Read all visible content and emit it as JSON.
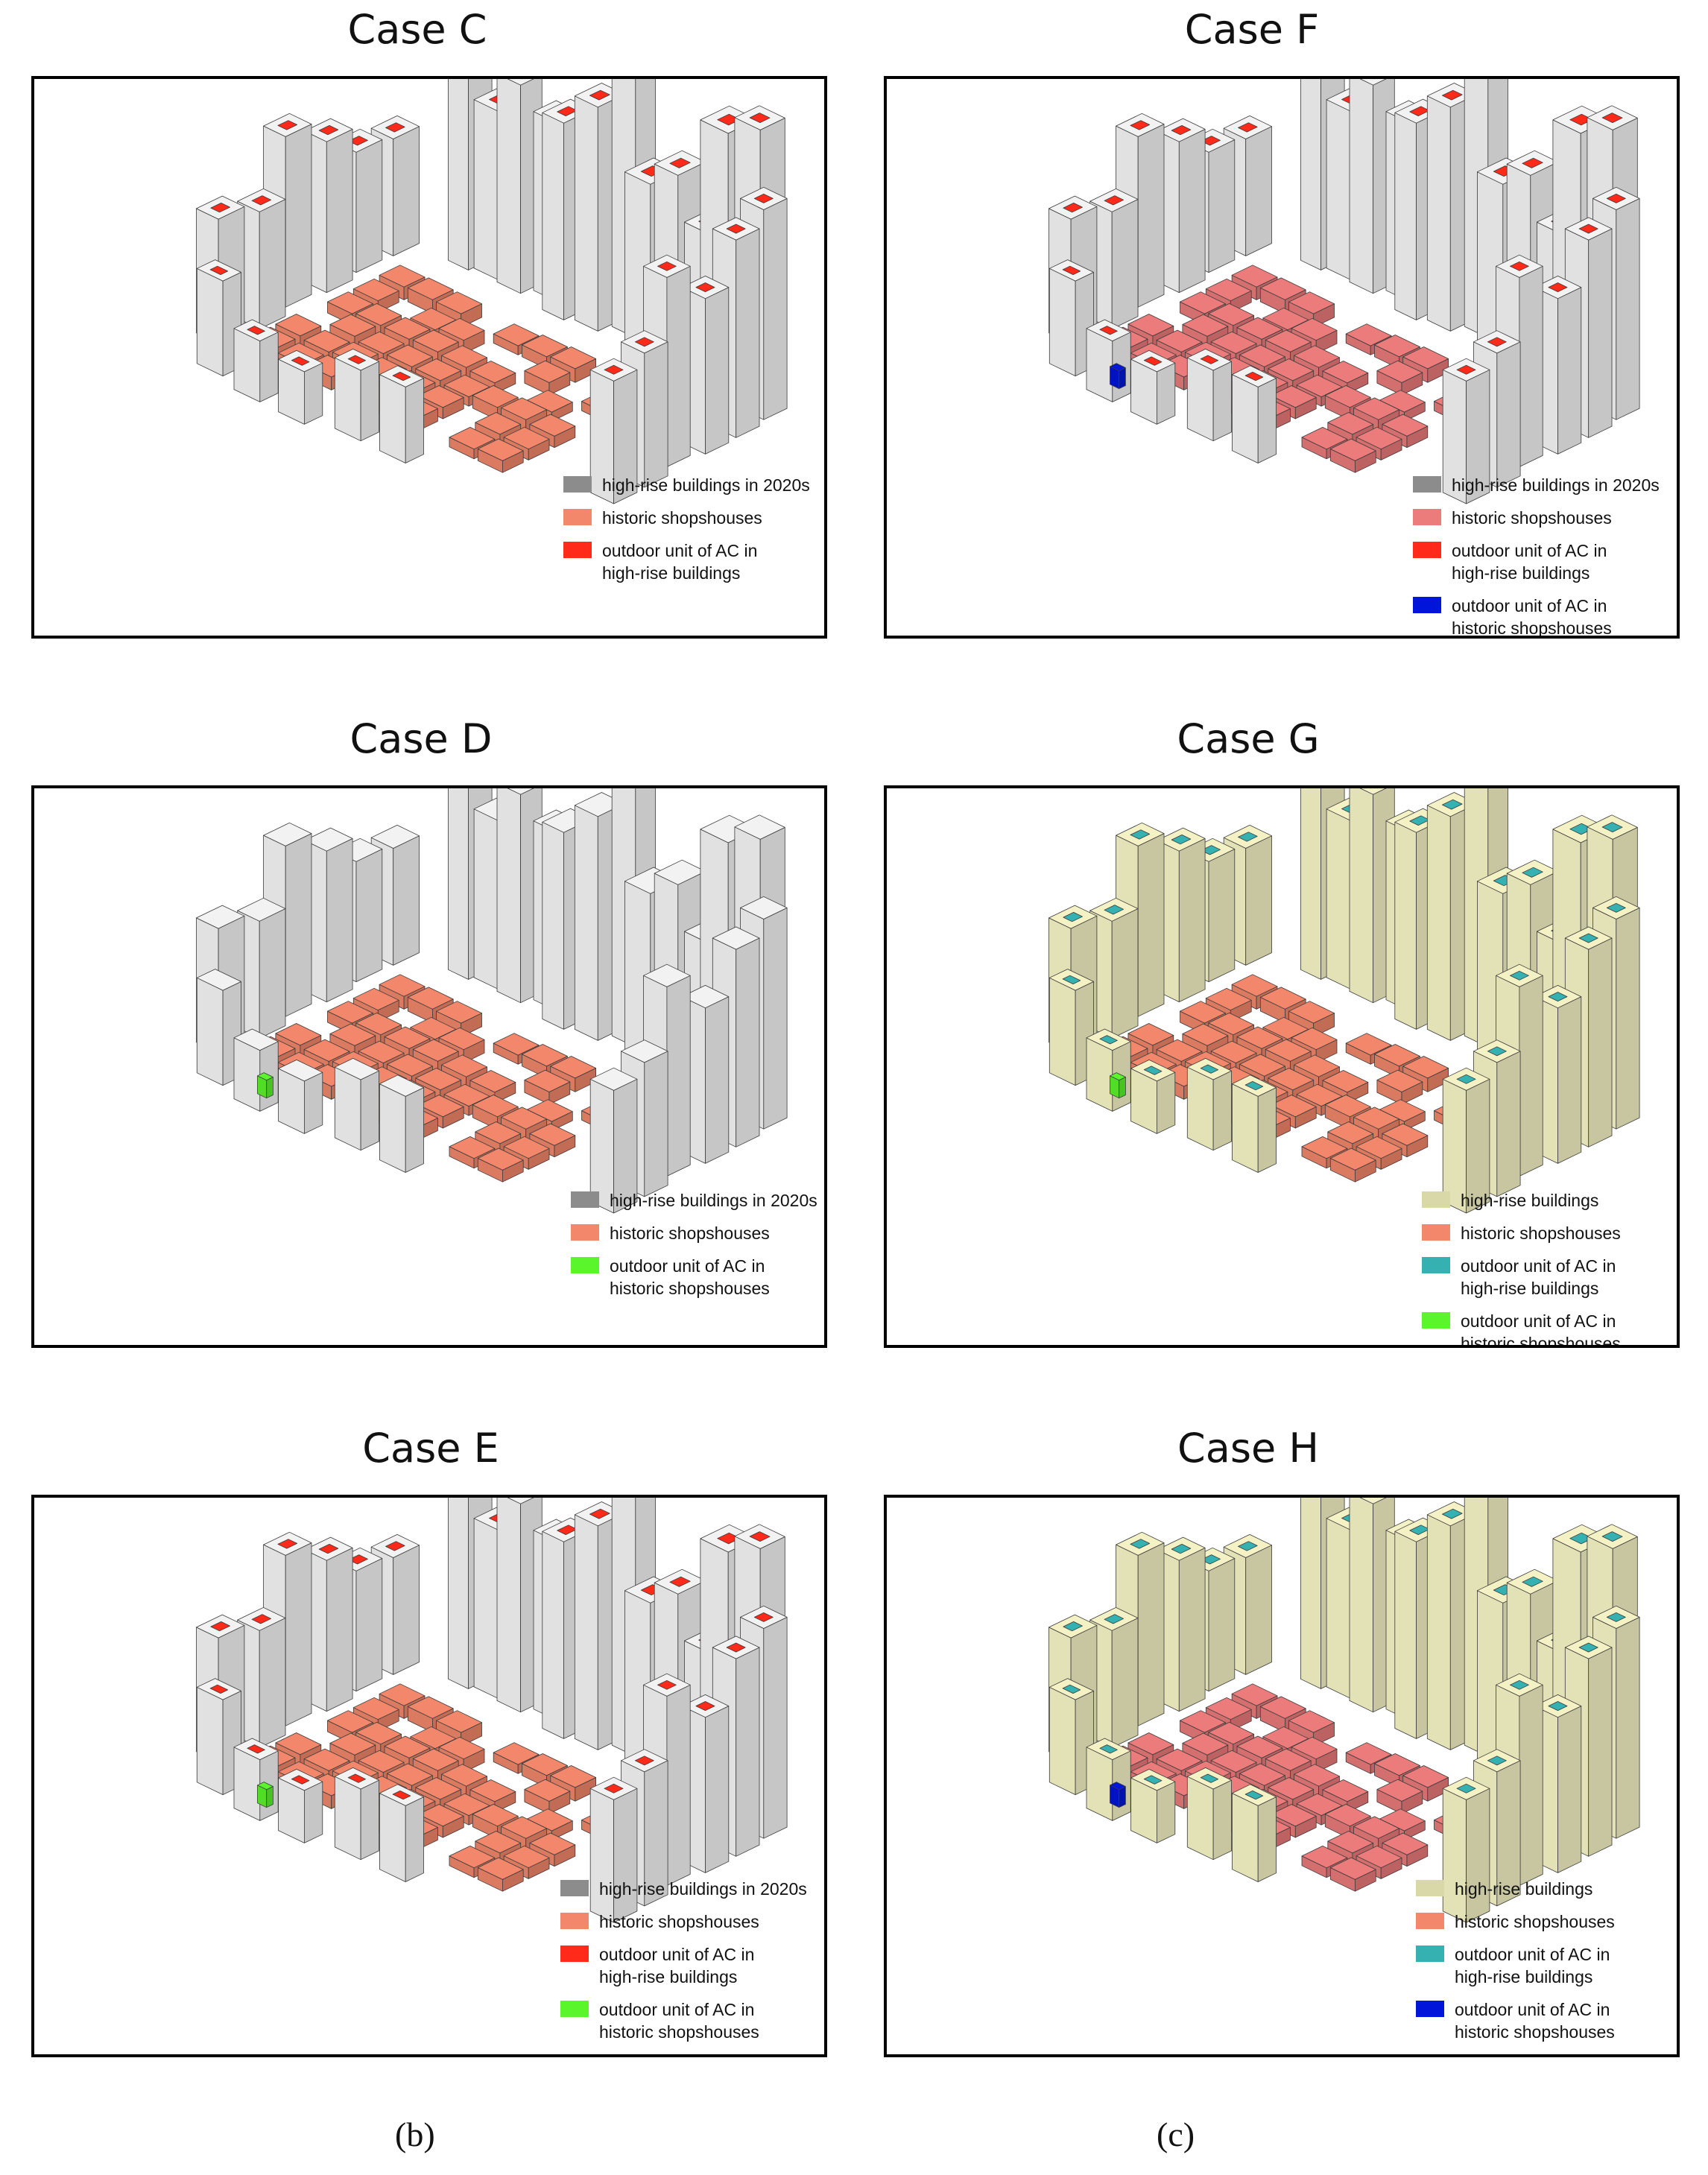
{
  "colors": {
    "highrise_2020s": "#8c8c8c",
    "highrise_yellow": "#d9d8a8",
    "shophouse_orange": "#f2876b",
    "shophouse_pink": "#ec7b7b",
    "ac_red": "#ff2a1a",
    "ac_blue": "#0015d9",
    "ac_green": "#5af52a",
    "ac_teal": "#35b1b1"
  },
  "panels": [
    {
      "id": "C",
      "title": "Case C",
      "theme": "grey",
      "ac_high": "#ff2a1a",
      "ac_shop": "",
      "legend": [
        {
          "color": "#8c8c8c",
          "lines": [
            "high-rise buildings in 2020s"
          ]
        },
        {
          "color": "#f2876b",
          "lines": [
            "historic shopshouses"
          ]
        },
        {
          "color": "#ff2a1a",
          "lines": [
            "outdoor unit of AC in",
            "high-rise buildings"
          ]
        }
      ]
    },
    {
      "id": "F",
      "title": "Case F",
      "theme": "grey-pink",
      "ac_high": "#ff2a1a",
      "ac_shop": "#0015d9",
      "legend": [
        {
          "color": "#8c8c8c",
          "lines": [
            "high-rise buildings in 2020s"
          ]
        },
        {
          "color": "#ec7b7b",
          "lines": [
            "historic shopshouses"
          ]
        },
        {
          "color": "#ff2a1a",
          "lines": [
            "outdoor unit of AC in",
            "high-rise buildings"
          ]
        },
        {
          "color": "#0015d9",
          "lines": [
            "outdoor unit of AC in",
            "historic shopshouses"
          ]
        }
      ]
    },
    {
      "id": "D",
      "title": "Case D",
      "theme": "grey",
      "ac_high": "",
      "ac_shop": "#5af52a",
      "legend": [
        {
          "color": "#8c8c8c",
          "lines": [
            "high-rise buildings in 2020s"
          ]
        },
        {
          "color": "#f2876b",
          "lines": [
            "historic shopshouses"
          ]
        },
        {
          "color": "#5af52a",
          "lines": [
            "outdoor unit of AC in",
            "historic shopshouses"
          ]
        }
      ]
    },
    {
      "id": "G",
      "title": "Case G",
      "theme": "yellow",
      "ac_high": "#35b1b1",
      "ac_shop": "#5af52a",
      "legend": [
        {
          "color": "#d9d8a8",
          "lines": [
            "high-rise buildings"
          ]
        },
        {
          "color": "#f2876b",
          "lines": [
            "historic shopshouses"
          ]
        },
        {
          "color": "#35b1b1",
          "lines": [
            "outdoor unit of AC in",
            "high-rise buildings"
          ]
        },
        {
          "color": "#5af52a",
          "lines": [
            "outdoor unit of AC in",
            "historic shopshouses"
          ]
        }
      ]
    },
    {
      "id": "E",
      "title": "Case E",
      "theme": "grey",
      "ac_high": "#ff2a1a",
      "ac_shop": "#5af52a",
      "legend": [
        {
          "color": "#8c8c8c",
          "lines": [
            "high-rise buildings in 2020s"
          ]
        },
        {
          "color": "#f2876b",
          "lines": [
            "historic shopshouses"
          ]
        },
        {
          "color": "#ff2a1a",
          "lines": [
            "outdoor unit of AC in",
            "high-rise buildings"
          ]
        },
        {
          "color": "#5af52a",
          "lines": [
            "outdoor unit of AC in",
            "historic shopshouses"
          ]
        }
      ]
    },
    {
      "id": "H",
      "title": "Case H",
      "theme": "yellow-pink",
      "ac_high": "#35b1b1",
      "ac_shop": "#0015d9",
      "legend": [
        {
          "color": "#d9d8a8",
          "lines": [
            "high-rise buildings"
          ]
        },
        {
          "color": "#f2876b",
          "lines": [
            "historic shopshouses"
          ]
        },
        {
          "color": "#35b1b1",
          "lines": [
            "outdoor unit of AC in",
            "high-rise buildings"
          ]
        },
        {
          "color": "#0015d9",
          "lines": [
            "outdoor unit of AC in",
            "historic shopshouses"
          ]
        }
      ]
    }
  ],
  "sub_labels": [
    "(b)",
    "(c)"
  ]
}
